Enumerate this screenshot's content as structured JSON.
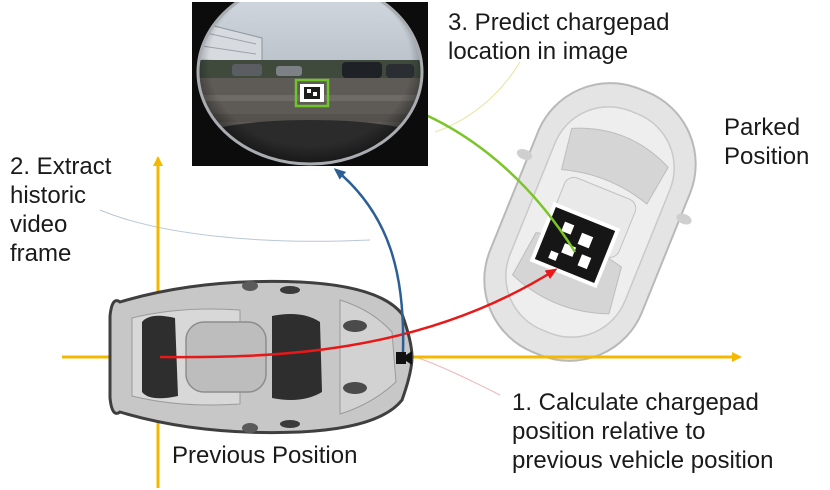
{
  "labels": {
    "step3": "3. Predict chargepad\nlocation in image",
    "step2": "2. Extract\nhistoric\nvideo\nframe",
    "step1": "1. Calculate chargepad\nposition relative to\nprevious vehicle position",
    "parked": "Parked\nPosition",
    "previous": "Previous Position"
  },
  "colors": {
    "axis": "#f5b800",
    "arrow_calc": "#e81818",
    "arrow_extract": "#2c5f96",
    "arrow_predict": "#7ac626",
    "detection_box": "#6fc42a",
    "car_body": "#c7c7c7",
    "car_glass": "#3a3a3a"
  },
  "icons": [
    "camera-icon",
    "chargepad-marker-icon"
  ]
}
